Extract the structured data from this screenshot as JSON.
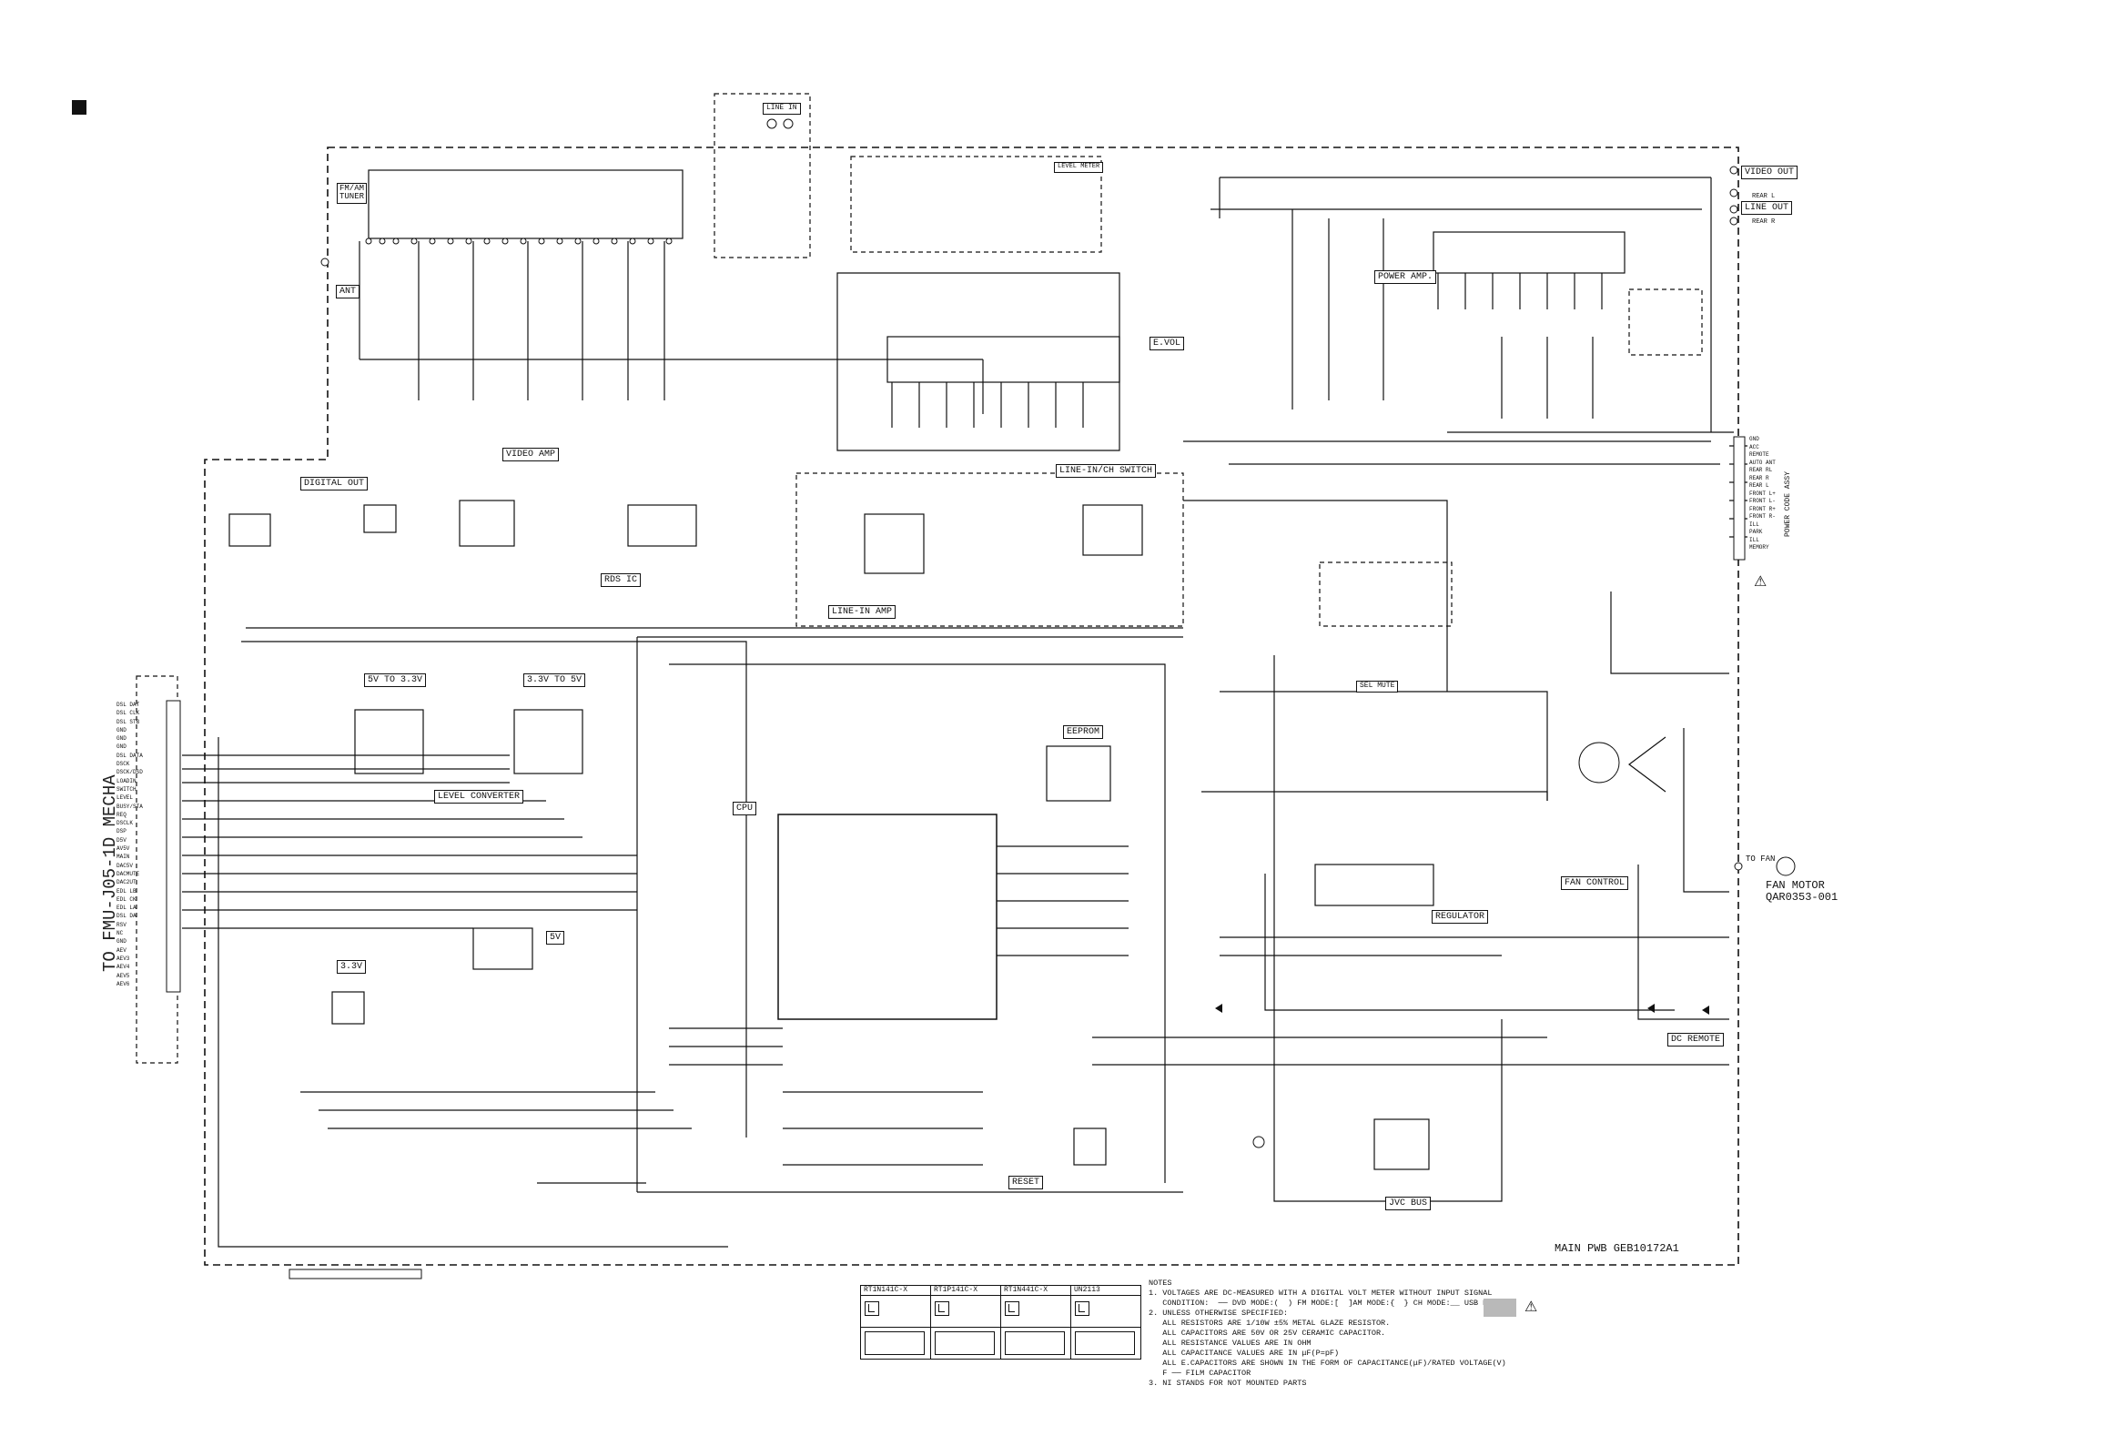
{
  "sheet": {
    "corner_marker": "■",
    "connector_side_label": "TO FMU-J05-1D MECHA",
    "pwb_label": "MAIN PWB GEB10172A1"
  },
  "blocks": {
    "fm_am_tuner": "FM/AM\nTUNER",
    "ant": "ANT",
    "line_in": "LINE IN",
    "level_meter": "LEVEL METER",
    "e_vol": "E.VOL",
    "power_amp": "POWER AMP.",
    "video_out": "VIDEO OUT",
    "line_out": "LINE OUT",
    "video_amp": "VIDEO AMP",
    "digital_out": "DIGITAL OUT",
    "rds_ic": "RDS IC",
    "line_in_ch_switch": "LINE-IN/CH SWITCH",
    "line_in_amp": "LINE-IN AMP",
    "v5_to_3v3": "5V TO 3.3V",
    "v3v3_to_5v": "3.3V TO 5V",
    "level_converter": "LEVEL CONVERTER",
    "eeprom": "EEPROM",
    "cpu": "CPU",
    "fan_control": "FAN CONTROL",
    "regulator": "REGULATOR",
    "dc_remote": "DC REMOTE",
    "reset": "RESET",
    "jvc_bus": "JVC BUS",
    "sel_mute": "SEL MUTE",
    "v3v3": "3.3V",
    "v5": "5V",
    "power_code_assy": "POWER CODE ASSY"
  },
  "fan_motor": {
    "line1": "FAN MOTOR",
    "line2": "QAR0353-001",
    "to_fan": "TO FAN"
  },
  "rear_labels": [
    "REAR L",
    "REAR R"
  ],
  "legend": {
    "parts": [
      "RT1N141C-X",
      "RT1P141C-X",
      "RT1N441C-X",
      "UN2113"
    ]
  },
  "notes": {
    "title": "NOTES",
    "lines": [
      "1. VOLTAGES ARE DC-MEASURED WITH A DIGITAL VOLT METER WITHOUT INPUT SIGNAL",
      "   CONDITION:  ── DVD MODE:(  ) FM MODE:[  ]AM MODE:{  } CH MODE:__ USB MODE",
      "2. UNLESS OTHERWISE SPECIFIED:",
      "   ALL RESISTORS ARE 1/10W ±5% METAL GLAZE RESISTOR.",
      "   ALL CAPACITORS ARE 50V OR 25V CERAMIC CAPACITOR.",
      "   ALL RESISTANCE VALUES ARE IN OHM",
      "   ALL CAPACITANCE VALUES ARE IN μF(P=pF)",
      "   ALL E.CAPACITORS ARE SHOWN IN THE FORM OF CAPACITANCE(μF)/RATED VOLTAGE(V)",
      "   F ── FILM CAPACITOR",
      "3. NI STANDS FOR NOT MOUNTED PARTS"
    ]
  },
  "side_pins_right": [
    "GND",
    "ACC",
    "REMOTE",
    "AUTO ANT",
    "REAR RL",
    "REAR R",
    "REAR L",
    "FRONT L+",
    "FRONT L-",
    "FRONT R+",
    "FRONT R-",
    "ILL",
    "PARK",
    "ILL",
    "MEMORY"
  ],
  "side_pins_left": [
    "DSL DAT",
    "DSL CLK",
    "DSL STB",
    "GND",
    "GND",
    "GND",
    "DSL DATA",
    "DSCK",
    "DSCK/DSD",
    "LOADIN",
    "SWITCH",
    "LEVEL",
    "BUSY/STA",
    "REQ",
    "DSCLK",
    "DSP",
    "D5V",
    "AV5V",
    "MAIN",
    "DAC5V",
    "DACMUTE",
    "DAC2UT",
    "EDL LB",
    "EDL CK",
    "EDL LA",
    "DSL DA",
    "RSV",
    "NC",
    "GND",
    "AEV",
    "AEV3",
    "AEV4",
    "AEV5",
    "AEV6"
  ]
}
